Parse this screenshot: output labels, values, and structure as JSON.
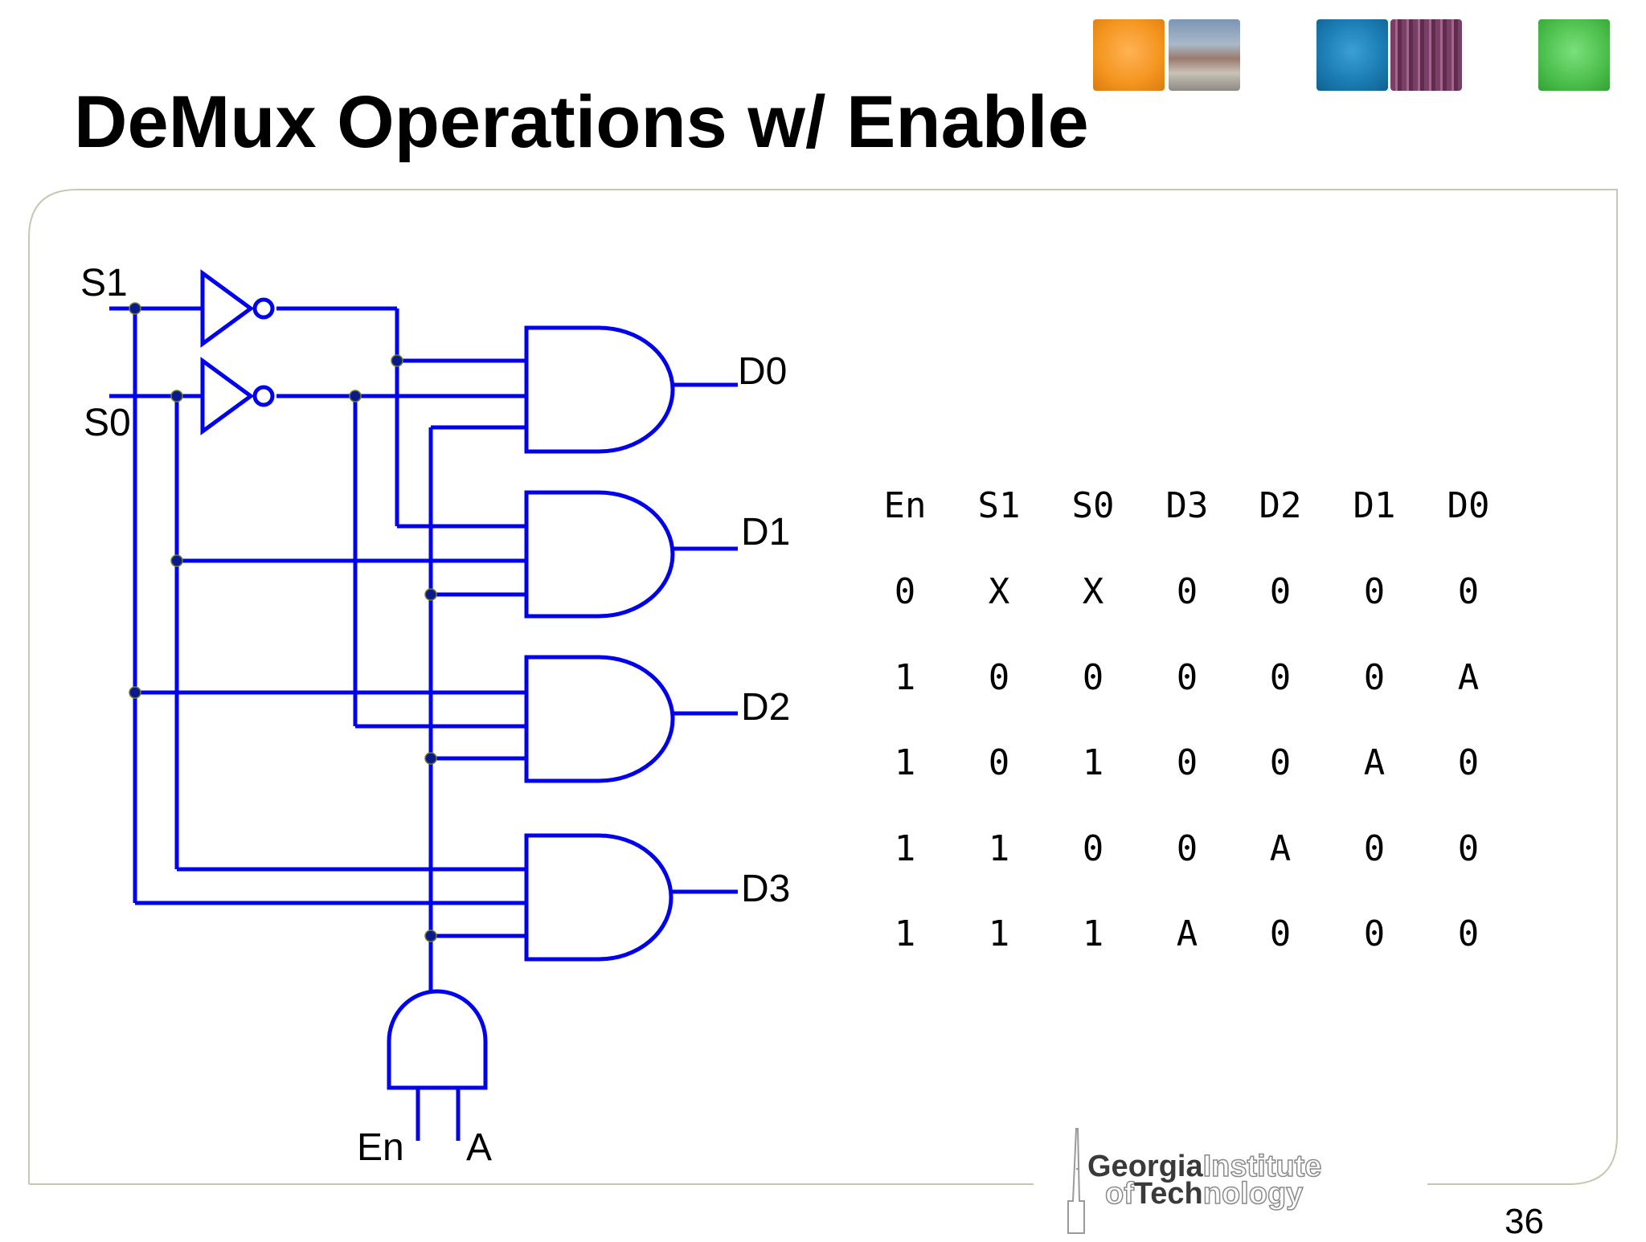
{
  "slide": {
    "title": "DeMux Operations w/ Enable",
    "page_number": "36"
  },
  "circuit": {
    "labels": {
      "s1": "S1",
      "s0": "S0",
      "d0": "D0",
      "d1": "D1",
      "d2": "D2",
      "d3": "D3",
      "en": "En",
      "a": "A"
    },
    "wire_color": "#0000ee"
  },
  "truth_table": {
    "headers": [
      "En",
      "S1",
      "S0",
      "D3",
      "D2",
      "D1",
      "D0"
    ],
    "rows": [
      [
        "0",
        "X",
        "X",
        "0",
        "0",
        "0",
        "0"
      ],
      [
        "1",
        "0",
        "0",
        "0",
        "0",
        "0",
        "A"
      ],
      [
        "1",
        "0",
        "1",
        "0",
        "0",
        "A",
        "0"
      ],
      [
        "1",
        "1",
        "0",
        "0",
        "A",
        "0",
        "0"
      ],
      [
        "1",
        "1",
        "1",
        "A",
        "0",
        "0",
        "0"
      ]
    ]
  },
  "logo": {
    "line1_dark": "Georgia",
    "line1_light": "Institute",
    "line2_light_a": "of",
    "line2_dark": "Tech",
    "line2_light_b": "nology"
  },
  "decor": {
    "tiles": [
      "orange",
      "campus-photo",
      "blue",
      "circuit-board-photo",
      "green"
    ]
  }
}
